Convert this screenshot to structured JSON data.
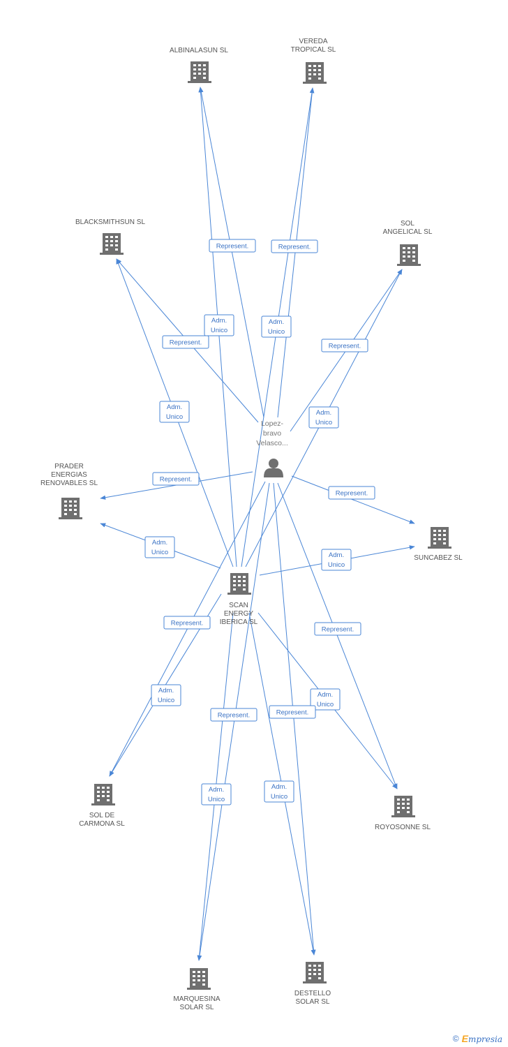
{
  "person": {
    "label_lines": [
      "Lopez-",
      "bravo",
      "Velasco..."
    ],
    "icon": "person-icon"
  },
  "hub": {
    "label_lines": [
      "SCAN",
      "ENERGY",
      "IBERICA SL"
    ],
    "icon": "building-icon"
  },
  "companies": [
    {
      "id": "albinalasun",
      "label_lines": [
        "ALBINALASUN SL"
      ],
      "icon": "building-icon"
    },
    {
      "id": "vereda",
      "label_lines": [
        "VEREDA",
        "TROPICAL SL"
      ],
      "icon": "building-icon"
    },
    {
      "id": "blacksmithsun",
      "label_lines": [
        "BLACKSMITHSUN SL"
      ],
      "icon": "building-icon"
    },
    {
      "id": "sol_angelical",
      "label_lines": [
        "SOL",
        "ANGELICAL SL"
      ],
      "icon": "building-icon"
    },
    {
      "id": "prader",
      "label_lines": [
        "PRADER",
        "ENERGIAS",
        "RENOVABLES SL"
      ],
      "icon": "building-icon"
    },
    {
      "id": "suncabez",
      "label_lines": [
        "SUNCABEZ SL"
      ],
      "icon": "building-icon"
    },
    {
      "id": "sol_carmona",
      "label_lines": [
        "SOL DE",
        "CARMONA SL"
      ],
      "icon": "building-icon"
    },
    {
      "id": "royosonne",
      "label_lines": [
        "ROYOSONNE SL"
      ],
      "icon": "building-icon"
    },
    {
      "id": "marquesina",
      "label_lines": [
        "MARQUESINA",
        "SOLAR SL"
      ],
      "icon": "building-icon"
    },
    {
      "id": "destello",
      "label_lines": [
        "DESTELLO",
        "SOLAR SL"
      ],
      "icon": "building-icon"
    }
  ],
  "edges": [
    {
      "from": "person",
      "to": "albinalasun",
      "label_lines": [
        "Represent."
      ]
    },
    {
      "from": "hub",
      "to": "albinalasun",
      "label_lines": [
        "Adm.",
        "Unico"
      ]
    },
    {
      "from": "person",
      "to": "vereda",
      "label_lines": [
        "Represent."
      ]
    },
    {
      "from": "hub",
      "to": "vereda",
      "label_lines": [
        "Adm.",
        "Unico"
      ]
    },
    {
      "from": "person",
      "to": "blacksmithsun",
      "label_lines": [
        "Represent."
      ]
    },
    {
      "from": "hub",
      "to": "blacksmithsun",
      "label_lines": [
        "Adm.",
        "Unico"
      ]
    },
    {
      "from": "person",
      "to": "sol_angelical",
      "label_lines": [
        "Represent."
      ]
    },
    {
      "from": "hub",
      "to": "sol_angelical",
      "label_lines": [
        "Adm.",
        "Unico"
      ]
    },
    {
      "from": "person",
      "to": "prader",
      "label_lines": [
        "Represent."
      ]
    },
    {
      "from": "hub",
      "to": "prader",
      "label_lines": [
        "Adm.",
        "Unico"
      ]
    },
    {
      "from": "person",
      "to": "suncabez",
      "label_lines": [
        "Represent."
      ]
    },
    {
      "from": "hub",
      "to": "suncabez",
      "label_lines": [
        "Adm.",
        "Unico"
      ]
    },
    {
      "from": "person",
      "to": "sol_carmona",
      "label_lines": [
        "Represent."
      ]
    },
    {
      "from": "hub",
      "to": "sol_carmona",
      "label_lines": [
        "Adm.",
        "Unico"
      ]
    },
    {
      "from": "person",
      "to": "royosonne",
      "label_lines": [
        "Represent."
      ]
    },
    {
      "from": "hub",
      "to": "royosonne",
      "label_lines": [
        "Adm.",
        "Unico"
      ]
    },
    {
      "from": "person",
      "to": "marquesina",
      "label_lines": [
        "Represent."
      ]
    },
    {
      "from": "hub",
      "to": "marquesina",
      "label_lines": [
        "Adm.",
        "Unico"
      ]
    },
    {
      "from": "person",
      "to": "destello",
      "label_lines": [
        "Represent."
      ]
    },
    {
      "from": "hub",
      "to": "destello",
      "label_lines": [
        "Adm.",
        "Unico"
      ]
    }
  ],
  "footer": {
    "copyright": "©",
    "brand_initial": "E",
    "brand_rest": "mpresia"
  },
  "colors": {
    "edge": "#4a86d6",
    "icon": "#6f6f6f",
    "label": "#555555"
  }
}
